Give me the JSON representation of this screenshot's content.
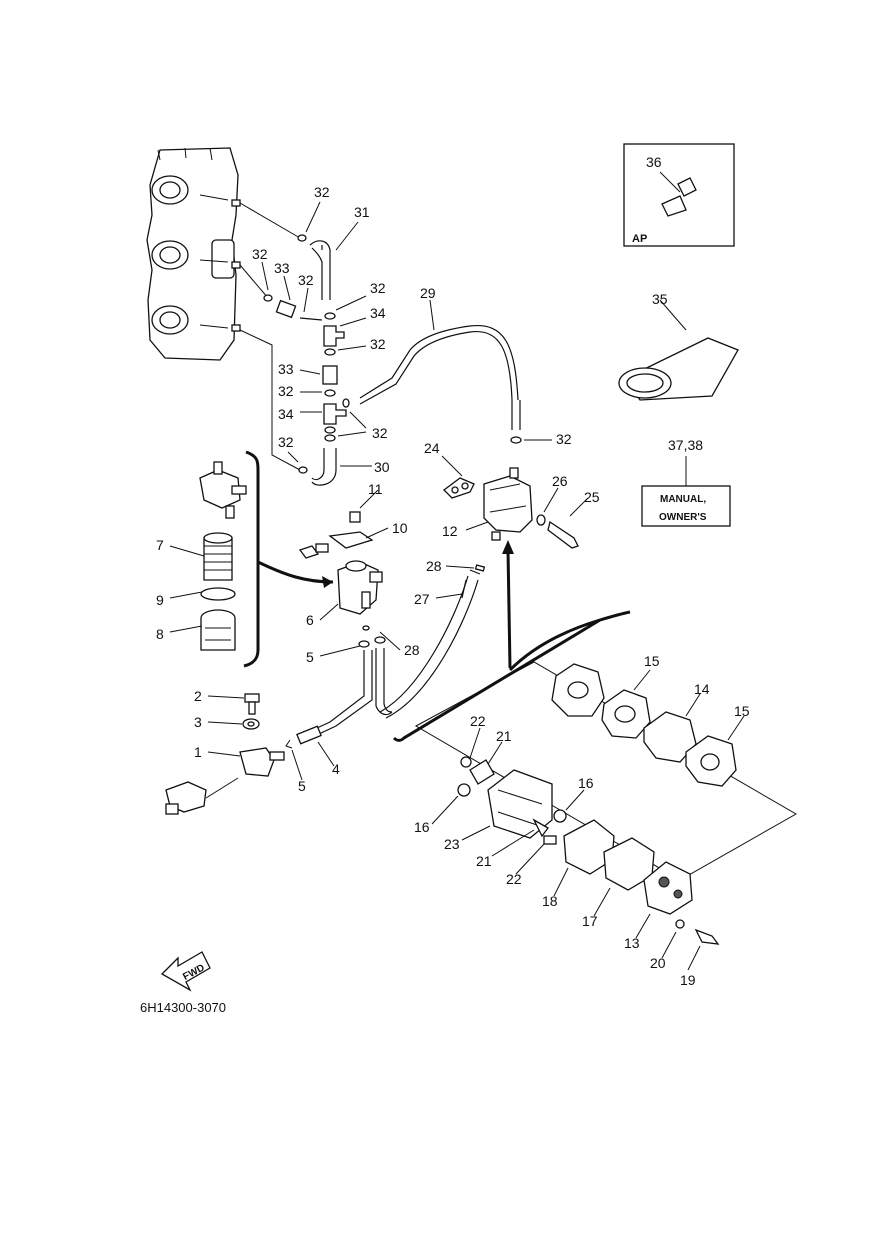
{
  "diagram": {
    "part_code": "6H14300-3070",
    "fwd_label": "FWD",
    "ap_label": "AP",
    "manual_label_line1": "MANUAL,",
    "manual_label_line2": "OWNER'S",
    "callouts": {
      "c1": "1",
      "c2": "2",
      "c3": "3",
      "c4": "4",
      "c5a": "5",
      "c5b": "5",
      "c6": "6",
      "c7": "7",
      "c8": "8",
      "c9": "9",
      "c10": "10",
      "c11": "11",
      "c12": "12",
      "c13": "13",
      "c14": "14",
      "c15a": "15",
      "c15b": "15",
      "c16a": "16",
      "c16b": "16",
      "c17": "17",
      "c18": "18",
      "c19": "19",
      "c20": "20",
      "c21a": "21",
      "c21b": "21",
      "c22a": "22",
      "c22b": "22",
      "c23": "23",
      "c24": "24",
      "c25": "25",
      "c26": "26",
      "c27": "27",
      "c28a": "28",
      "c28b": "28",
      "c29": "29",
      "c30": "30",
      "c31": "31",
      "c32a": "32",
      "c32b": "32",
      "c32c": "32",
      "c32d": "32",
      "c32e": "32",
      "c32f": "32",
      "c32g": "32",
      "c32h": "32",
      "c32i": "32",
      "c33a": "33",
      "c33b": "33",
      "c34a": "34",
      "c34b": "34",
      "c35": "35",
      "c36": "36",
      "c3738": "37,38"
    }
  }
}
